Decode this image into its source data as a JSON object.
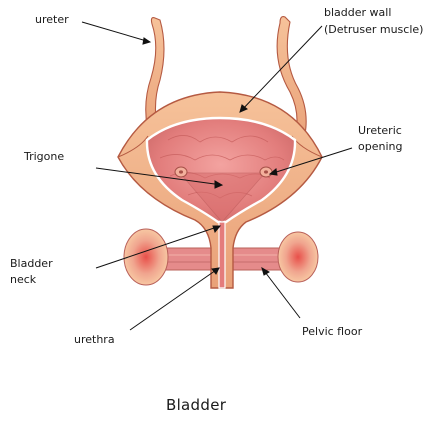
{
  "title": "Bladder",
  "labels": {
    "ureter": "ureter",
    "bladder_wall": "bladder wall",
    "detruser": "(Detruser muscle)",
    "trigone": "Trigone",
    "ureteric": "Ureteric",
    "opening": "opening",
    "bladder_neck_1": "Bladder",
    "bladder_neck_2": "neck",
    "urethra": "urethra",
    "pelvic_floor": "Pelvic floor"
  },
  "colors": {
    "outer_wall": "#f2b38a",
    "inner_lumen": "#e47c7c",
    "pelvic_floor": "#e99090",
    "outline": "#b55a42"
  }
}
